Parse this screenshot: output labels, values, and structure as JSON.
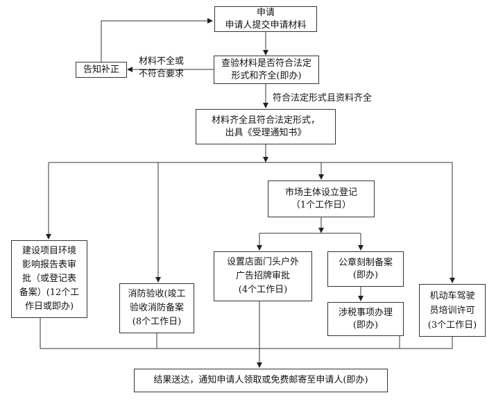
{
  "flowchart": {
    "apply": {
      "line1": "申请",
      "line2": "申请人提交申请材料"
    },
    "check": {
      "line1": "查验材料是否符合法定",
      "line2": "形式和齐全(即办)"
    },
    "notify_fix": {
      "text": "告知补正"
    },
    "label_incomplete": {
      "line1": "材料不全或",
      "line2": "不符合要求"
    },
    "label_complete": {
      "text": "符合法定形式且资料齐全"
    },
    "accept": {
      "line1": "材料齐全且符合法定形式，",
      "line2": "出具《受理通知书》"
    },
    "market_reg": {
      "line1": "市场主体设立登记",
      "line2": "（1个工作日）"
    },
    "env_approval": {
      "line1": "建设项目环境",
      "line2": "影响报告表审",
      "line3": "批（或登记表",
      "line4": "备案）(12个工",
      "line5": "作日或即办)"
    },
    "fire_check": {
      "line1": "消防验收(竣工",
      "line2": "验收消防备案",
      "line3": "(8个工作日)"
    },
    "sign_approval": {
      "line1": "设置店面门头户外",
      "line2": "广告招牌审批",
      "line3": "(4个工作日)"
    },
    "seal_filing": {
      "line1": "公章刻制备案",
      "line2": "(即办)"
    },
    "tax_matters": {
      "line1": "涉税事项办理",
      "line2": "(即办)"
    },
    "driving_school": {
      "line1": "机动车驾驶",
      "line2": "员培训许可",
      "line3": "(3个工作日)"
    },
    "result": {
      "text": "结果送达，通知申请人领取或免费邮寄至申请人(即办)"
    }
  }
}
